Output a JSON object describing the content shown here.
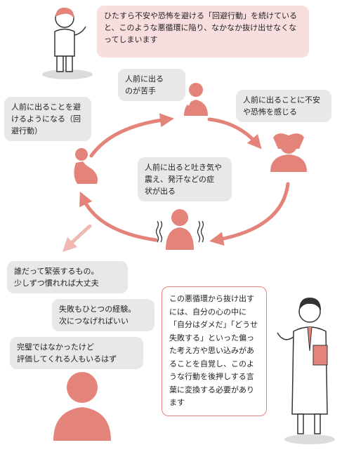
{
  "top_bubble": {
    "text": "ひたすら不安や恐怖を避ける「回避行動」を続けていると、このような悪循環に陥り、なかなか抜け出せなくなってしまいます"
  },
  "cycle": {
    "step_hitomae": "人前に出る\nのが苦手",
    "step_anxiety": "人前に出ることに不安\nや恐怖を感じる",
    "step_symptoms": "人前に出ると吐き気や\n震え、発汗などの症\n状が出る",
    "step_avoid": "人前に出ることを避\nけるようになる（回\n避行動）"
  },
  "reassure": {
    "line1": "誰だって緊張するもの。\n少しずつ慣れれば大丈夫",
    "line2": "失敗もひとつの経験。\n次につなげればいい",
    "line3": "完璧ではなかったけど\n評価してくれる人もいるはず"
  },
  "advice": {
    "text": "この悪循環から抜け出すには、自分の心の中に「自分はダメだ」「どうせ失敗する」といった偏った考え方や思い込みがあることを自覚し、このような行動を後押しする言葉に変換する必要があります"
  },
  "colors": {
    "accent": "#e4837a",
    "pink_bg": "#f8dede",
    "gray_bg": "#e8e8e8"
  },
  "icons": [
    "person-thinking-icon",
    "person-worried-icon",
    "person-head-in-hands-icon",
    "person-trembling-icon",
    "person-hugging-knees-icon",
    "person-back-icon",
    "doctor-icon"
  ]
}
